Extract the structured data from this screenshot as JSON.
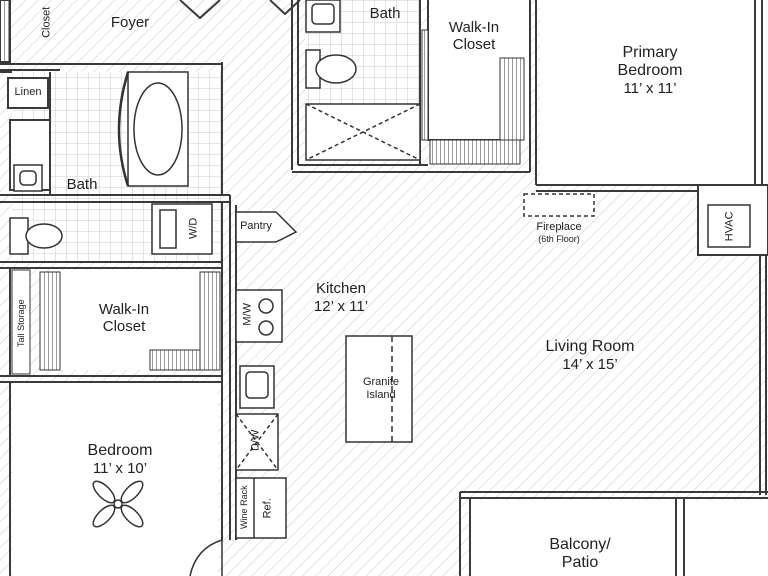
{
  "rooms": {
    "closet_top": "Closet",
    "foyer": "Foyer",
    "bath_top": "Bath",
    "walkin_top": "Walk-In\nCloset",
    "primary_bedroom": "Primary\nBedroom",
    "primary_bedroom_size": "11’ x 11’",
    "linen": "Linen",
    "bath_left": "Bath",
    "wd": "W/D",
    "pantry": "Pantry",
    "fireplace": "Fireplace",
    "fireplace_note": "(6th Floor)",
    "hvac": "HVAC",
    "kitchen": "Kitchen",
    "kitchen_size": "12’ x 11’",
    "mw": "M/W",
    "walkin_left": "Walk-In\nCloset",
    "tall_storage": "Tall Storage",
    "living_room": "Living Room",
    "living_room_size": "14’ x 15’",
    "granite_island": "Granite\nIsland",
    "dw": "D/W",
    "bedroom": "Bedroom",
    "bedroom_size": "11’ x 10’",
    "wine_rack": "Wine Rack",
    "ref": "Ref.",
    "balcony": "Balcony/\nPatio"
  }
}
